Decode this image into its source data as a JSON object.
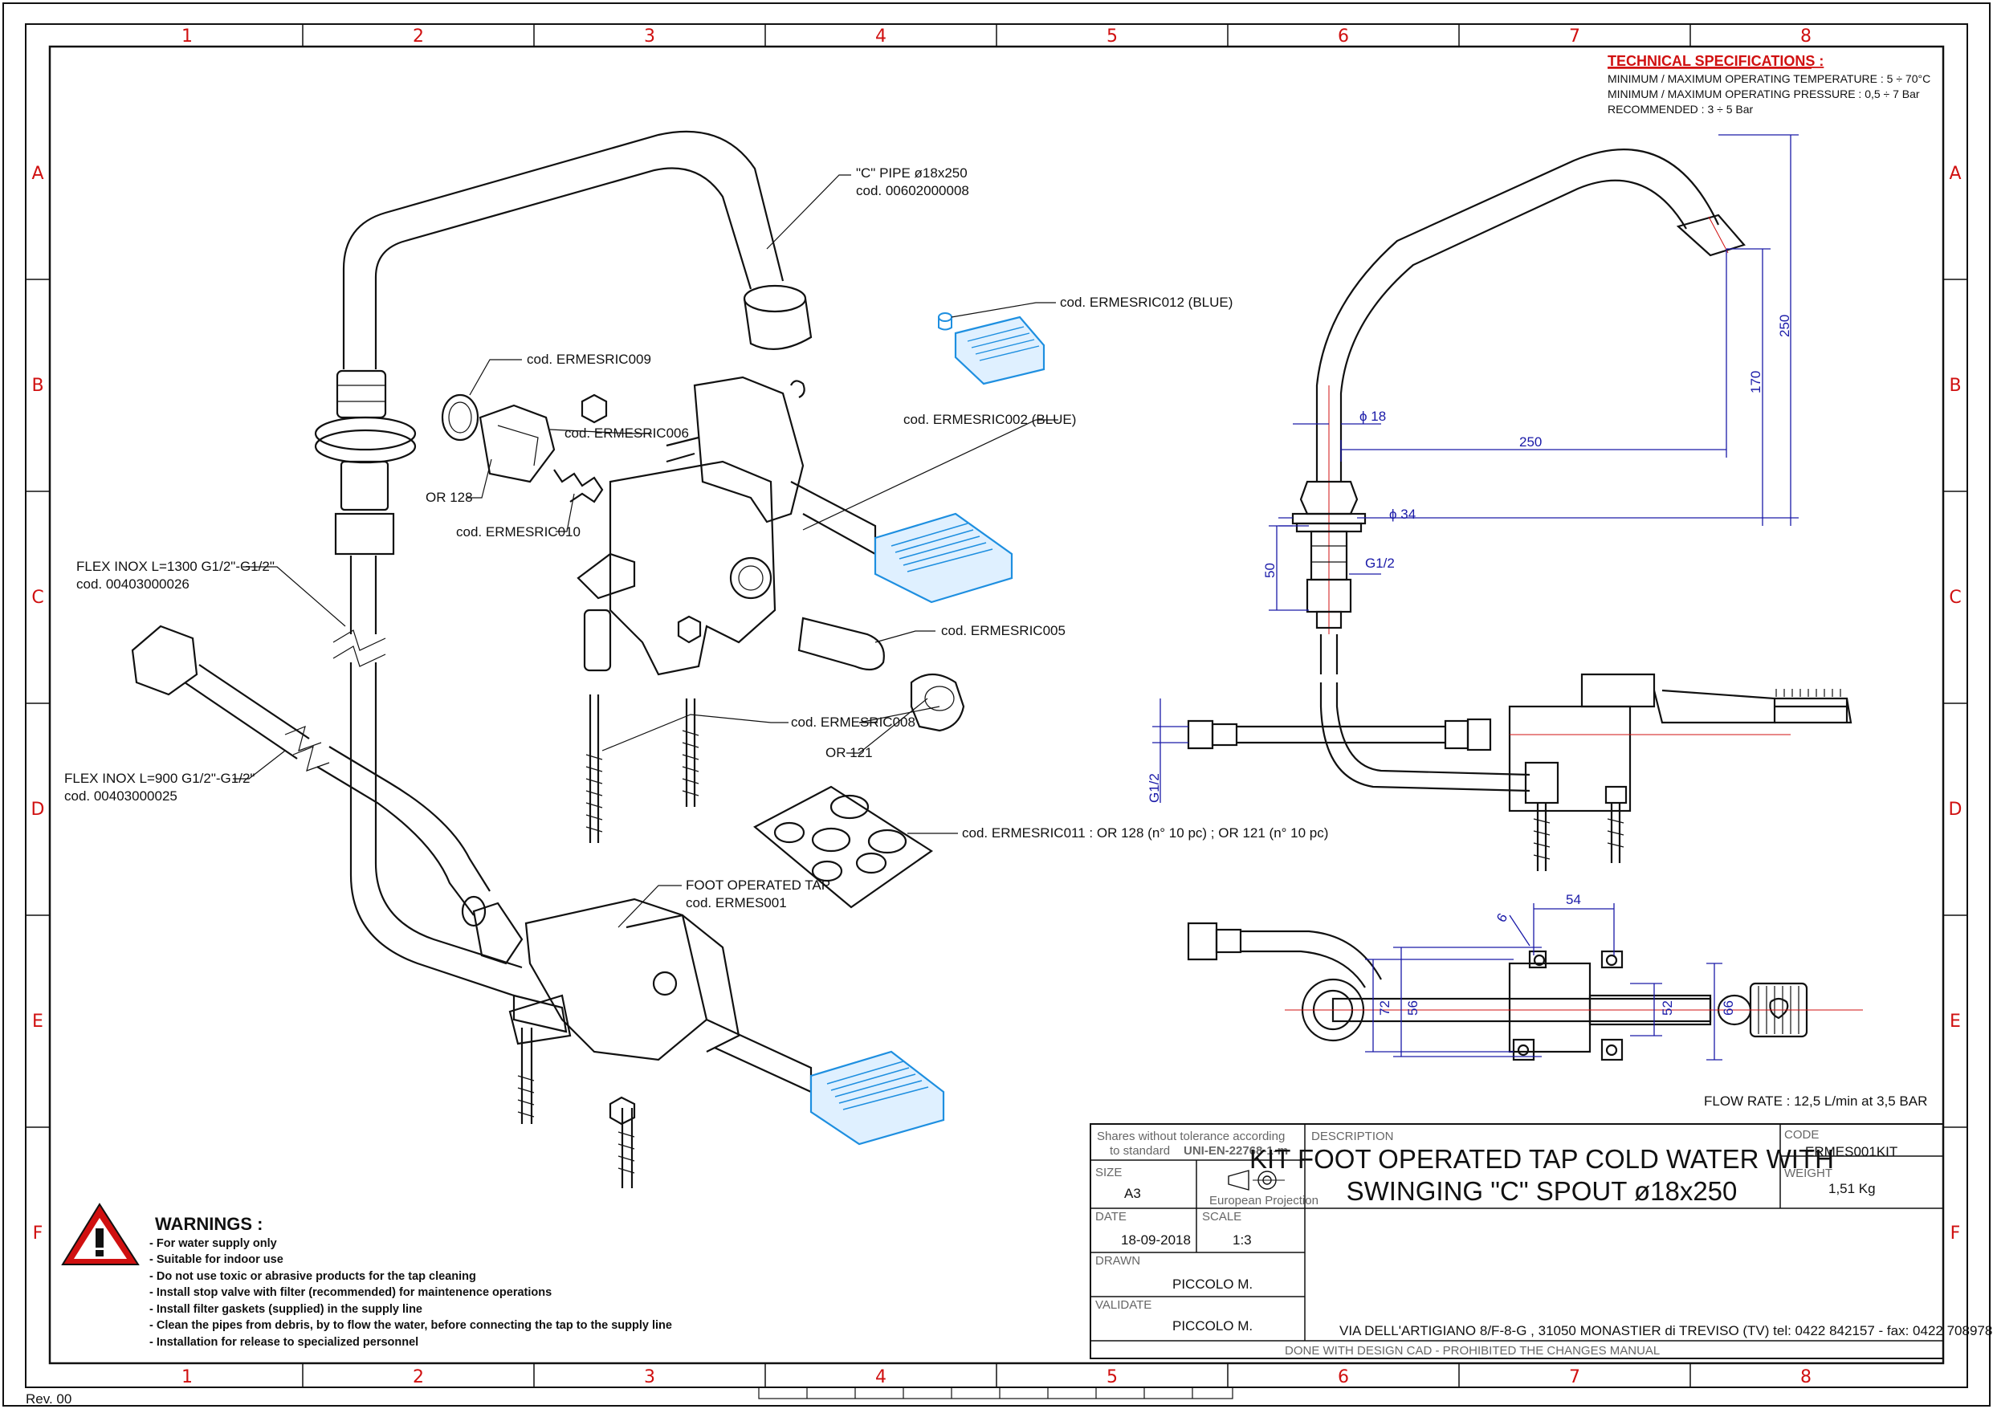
{
  "grid": {
    "columns": [
      "1",
      "2",
      "3",
      "4",
      "5",
      "6",
      "7",
      "8"
    ],
    "rows": [
      "A",
      "B",
      "C",
      "D",
      "E",
      "F"
    ],
    "color": "#d01010"
  },
  "rev": "Rev. 00",
  "specifications": {
    "title": "TECHNICAL SPECIFICATIONS :",
    "lines": [
      "MINIMUM / MAXIMUM OPERATING TEMPERATURE : 5 ÷ 70°C",
      "MINIMUM / MAXIMUM OPERATING  PRESSURE : 0,5 ÷ 7 Bar",
      "RECOMMENDED : 3 ÷ 5 Bar"
    ]
  },
  "callouts": {
    "pipe_1": "\"C\" PIPE ø18x250",
    "pipe_2": "cod. 00602000008",
    "ric009": "cod. ERMESRIC009",
    "ric006": "cod. ERMESRIC006",
    "or128": "OR 128",
    "ric010": "cod. ERMESRIC010",
    "ric012": "cod. ERMESRIC012 (BLUE)",
    "ric002": "cod. ERMESRIC002 (BLUE)",
    "ric005": "cod. ERMESRIC005",
    "ric008": "cod. ERMESRIC008",
    "or121": "OR 121",
    "ric011": "cod. ERMESRIC011 : OR 128 (n° 10 pc) ; OR 121 (n° 10 pc)",
    "flex1300_1": "FLEX INOX L=1300 G1/2\"-G1/2\"",
    "flex1300_2": "cod. 00403000026",
    "flex900_1": "FLEX INOX L=900 G1/2\"-G1/2\"",
    "flex900_2": "cod. 00403000025",
    "tap_1": "FOOT OPERATED TAP",
    "tap_2": "cod. ERMES001"
  },
  "dimensions": {
    "d18": "ϕ 18",
    "d34": "ϕ 34",
    "l250h": "250",
    "l250v": "250",
    "l170": "170",
    "l50": "50",
    "g12a": "G1/2",
    "g12b": "G1/2",
    "l54": "54",
    "l6": "6",
    "l72": "72",
    "l56": "56",
    "l52": "52",
    "l66": "66"
  },
  "flow_rate": "FLOW RATE : 12,5 L/min at 3,5 BAR",
  "warnings": {
    "title": "WARNINGS :",
    "items": [
      "- For water supply only",
      "- Suitable for indoor use",
      "- Do not use toxic or abrasive products for the tap cleaning",
      "- Install stop valve with filter (recommended) for maintenence operations",
      "- Install filter gaskets (supplied) in the supply line",
      "- Clean the pipes from debris, by to flow the water, before connecting the tap to the supply line",
      "- Installation for release to specialized personnel"
    ]
  },
  "title_block": {
    "tolerance_1": "Shares without tolerance according",
    "tolerance_2a": "to standard",
    "tolerance_2b": "UNI-EN-22768-1-m",
    "description_label": "DESCRIPTION",
    "description_1": "KIT FOOT OPERATED TAP COLD WATER WITH",
    "description_2": "SWINGING \"C\" SPOUT ø18x250",
    "code_label": "CODE",
    "code": "ERMES001KIT",
    "weight_label": "WEIGHT",
    "weight": "1,51 Kg",
    "size_label": "SIZE",
    "size": "A3",
    "projection": "European Projection",
    "date_label": "DATE",
    "date": "18-09-2018",
    "scale_label": "SCALE",
    "scale": "1:3",
    "drawn_label": "DRAWN",
    "drawn": "PICCOLO M.",
    "validate_label": "VALIDATE",
    "validate": "PICCOLO M.",
    "address": "VIA DELL'ARTIGIANO 8/F-8-G , 31050 MONASTIER di TREVISO (TV) tel: 0422 842157 - fax: 0422 708978",
    "footer": "DONE WITH DESIGN CAD - PROHIBITED THE CHANGES MANUAL"
  },
  "colors": {
    "accent_blue": "#1e8fe0",
    "grid_red": "#d01010",
    "dim_blue": "#1a1aa8"
  }
}
